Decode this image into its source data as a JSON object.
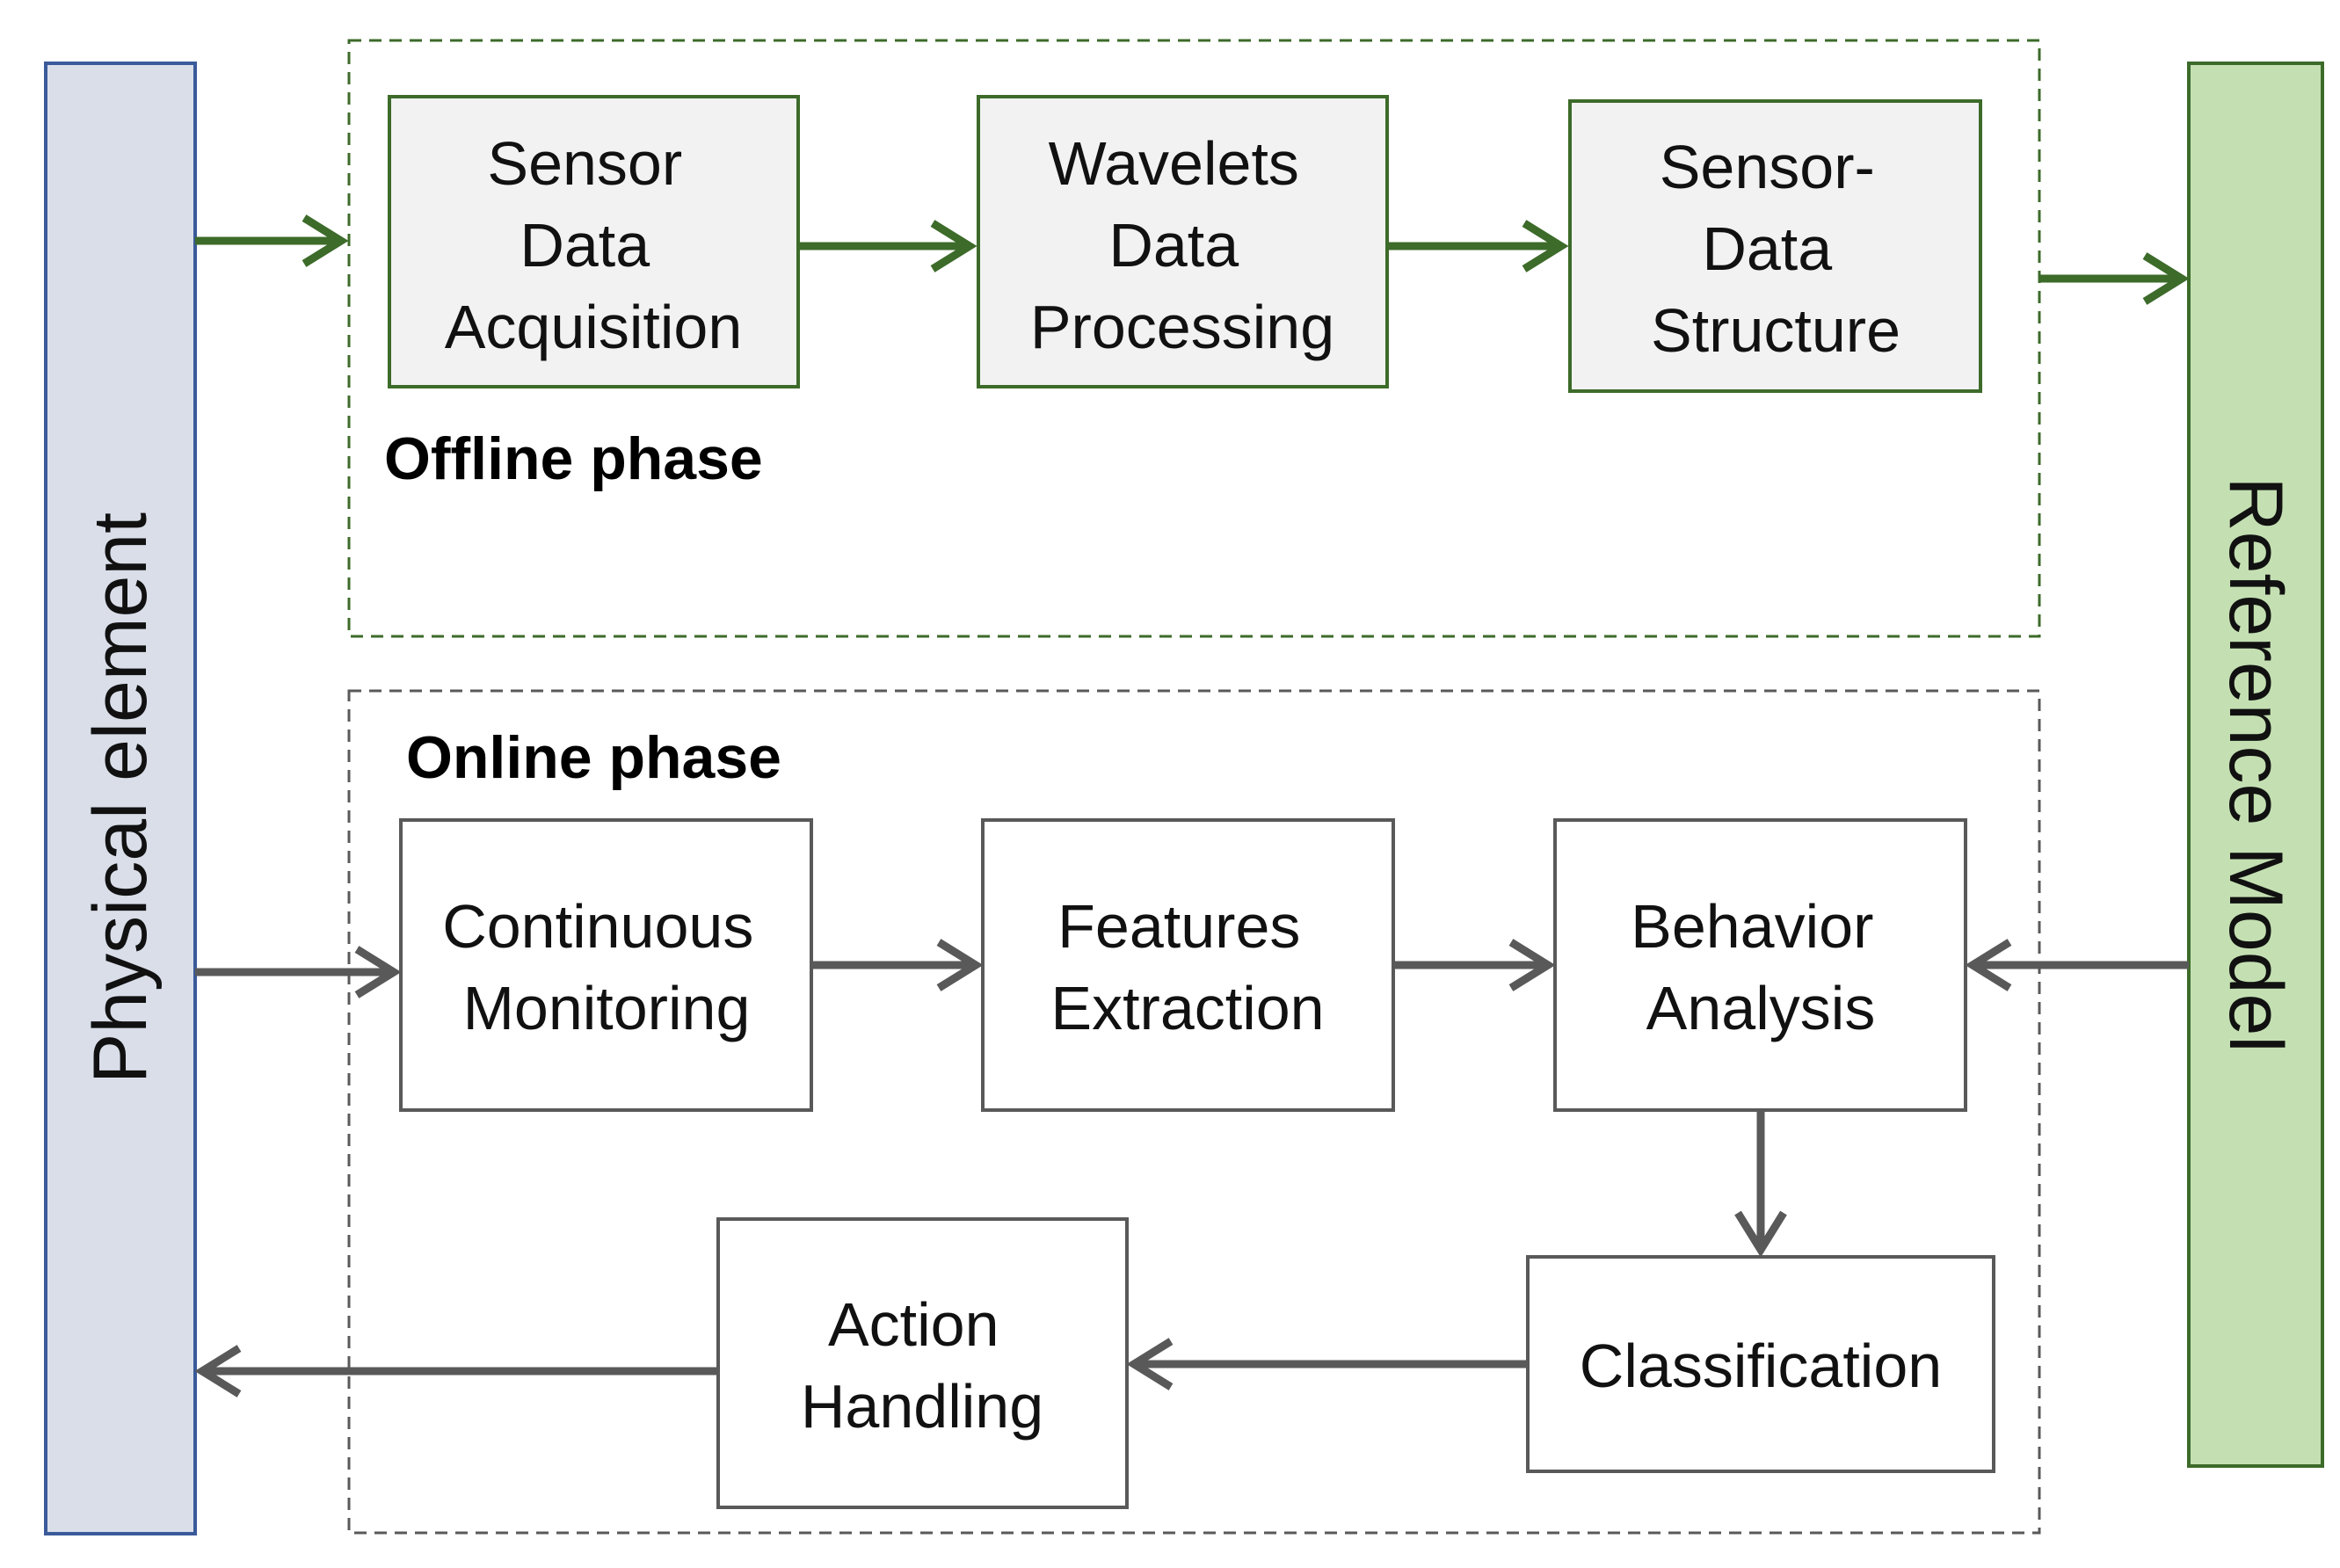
{
  "colors": {
    "offline_box_fill": "#f2f2f2",
    "offline_box_stroke": "#3d6b2a",
    "offline_arrow": "#3d6b2a",
    "online_box_fill": "#ffffff",
    "online_box_stroke": "#595959",
    "online_arrow": "#595959",
    "physical_fill": "#d9dee9",
    "physical_stroke": "#3a5a9a",
    "reference_fill": "#c4e0b2",
    "reference_stroke": "#3d6b2a"
  },
  "side_bars": {
    "physical": "Physical element",
    "reference": "Reference Model"
  },
  "offline": {
    "label": "Offline phase",
    "nodes": {
      "acquisition": [
        "Sensor",
        "Data",
        "Acquisition"
      ],
      "processing": [
        "Wavelets",
        "Data",
        "Processing"
      ],
      "structure": [
        "Sensor-",
        "Data",
        "Structure"
      ]
    }
  },
  "online": {
    "label": "Online phase",
    "nodes": {
      "monitoring": [
        "Continuous",
        "Monitoring"
      ],
      "features": [
        "Features",
        "Extraction"
      ],
      "behavior": [
        "Behavior",
        "Analysis"
      ],
      "classification": [
        "Classification"
      ],
      "action": [
        "Action",
        "Handling"
      ]
    }
  }
}
